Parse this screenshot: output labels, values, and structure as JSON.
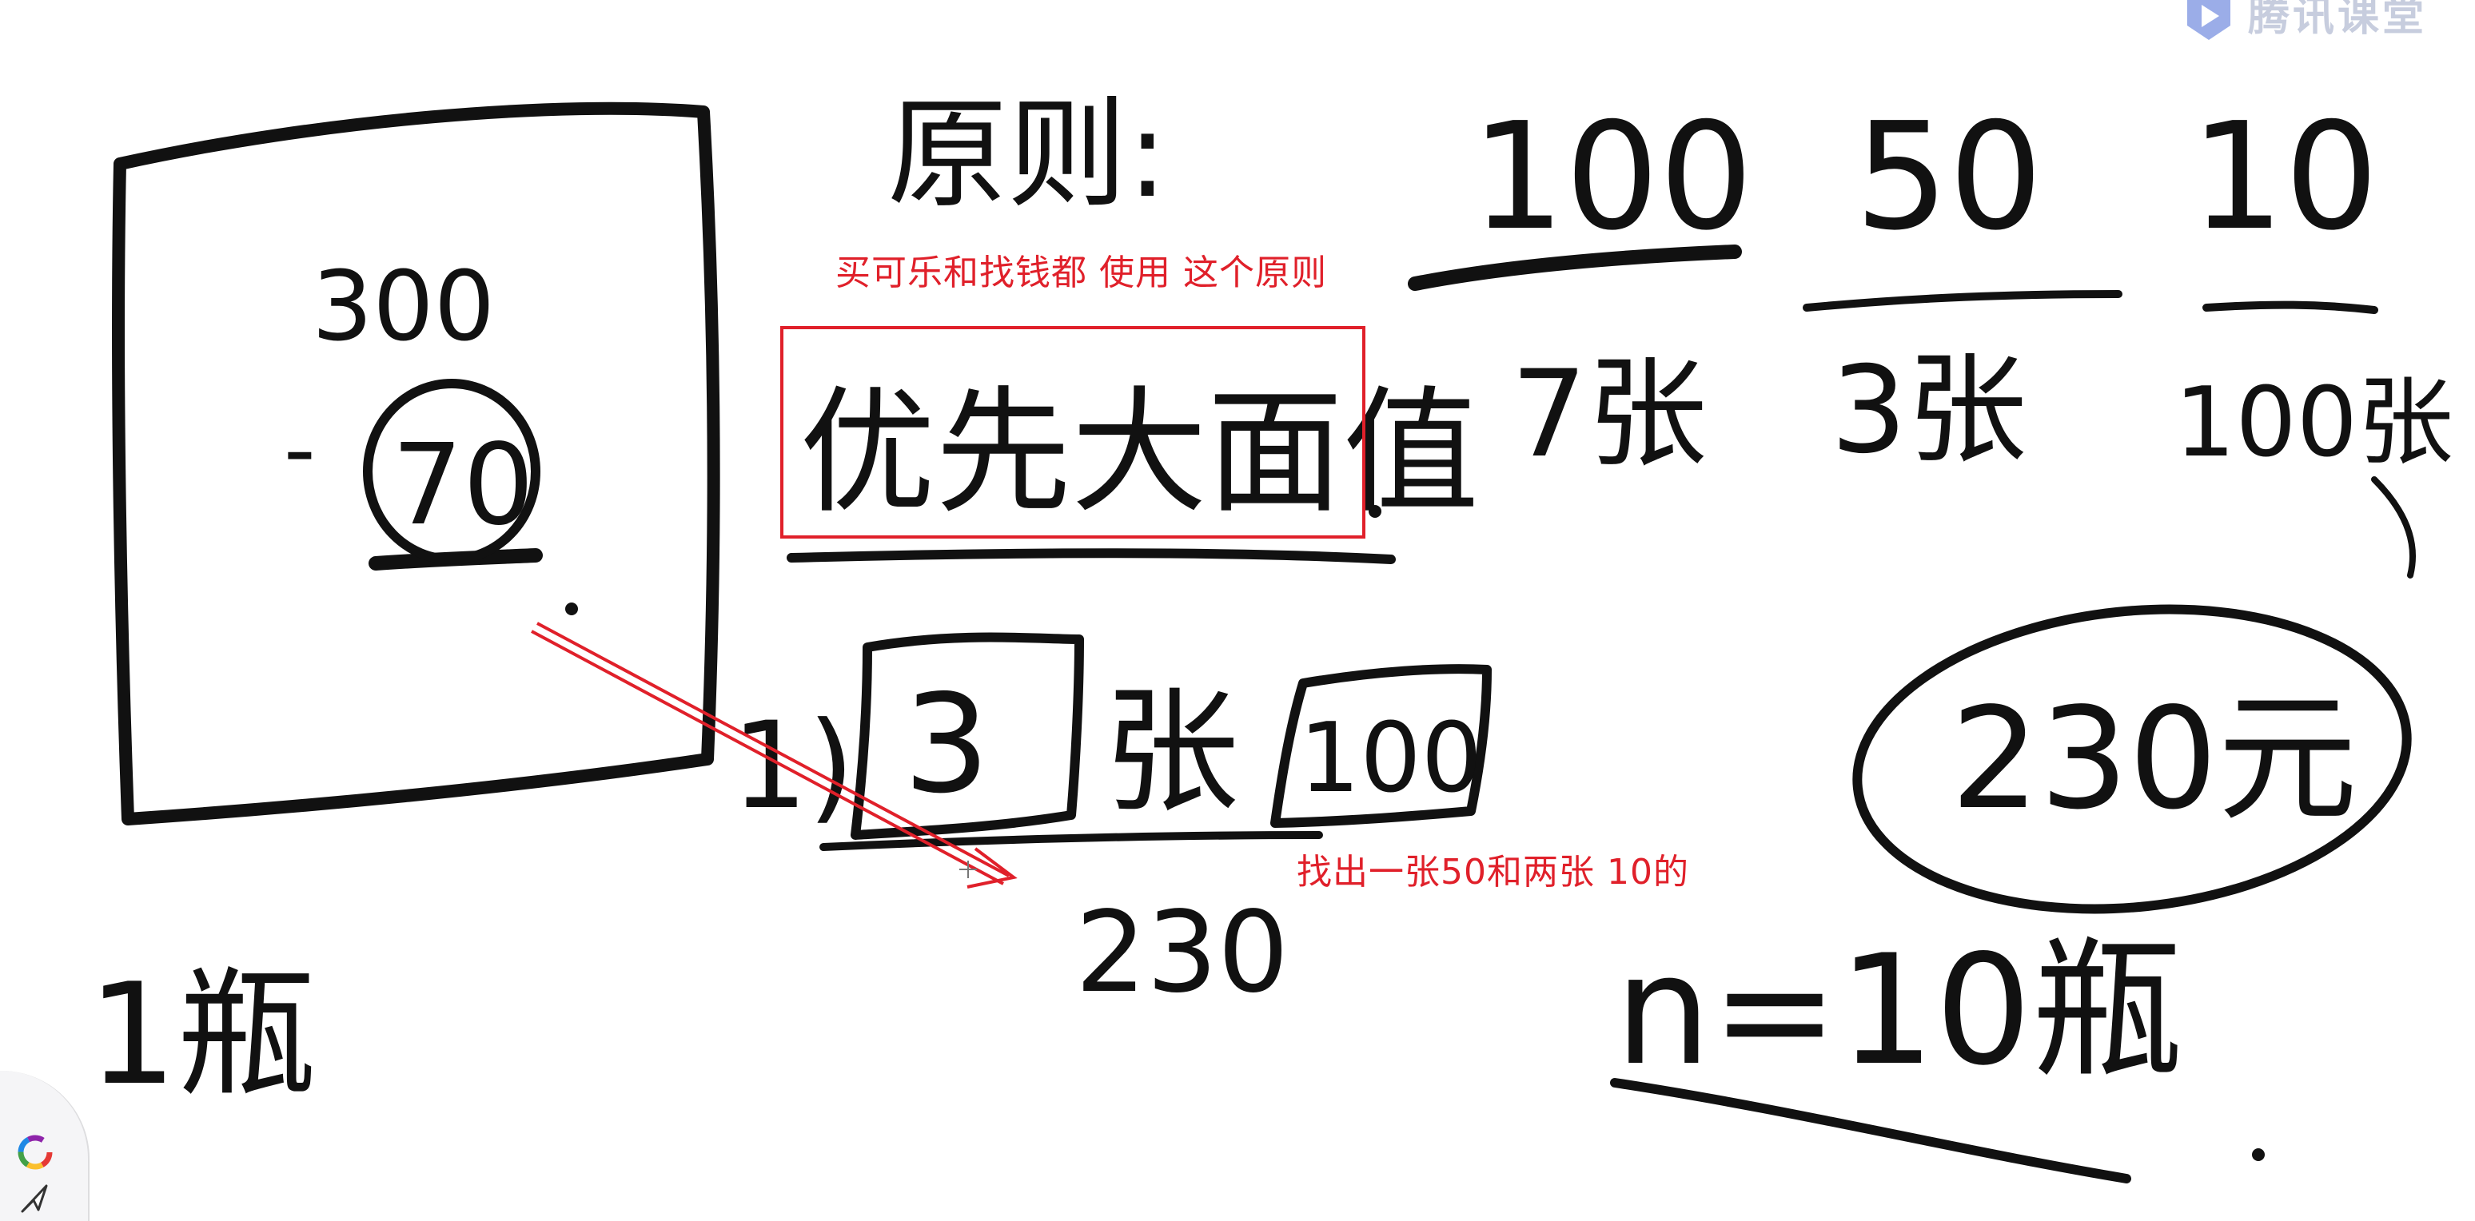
{
  "watermark": {
    "text": "腾讯课堂",
    "logo_icon": "tencent-classroom-logo-icon"
  },
  "annotations": {
    "note_principle": "买可乐和找钱都 使用 这个原则",
    "note_change": "找出一张50和两张 10的",
    "box_color": "#e0202a",
    "arrow_color": "#e0202a"
  },
  "handwriting": {
    "card_total": "300",
    "card_minus": "-",
    "card_price": "70",
    "per_bottle": "1瓶",
    "principle_label": "原则:",
    "principle_text": "优先大面值",
    "denom_100": "100",
    "denom_50": "50",
    "denom_10": "10",
    "count_100": "7张",
    "count_50": "3张",
    "count_10": "100张",
    "pay_prefix": "1)",
    "pay_count": "3",
    "pay_unit": "张",
    "pay_denom": "100",
    "change_value": "230",
    "circled_amount": "230元",
    "bottles": "n=10瓶"
  },
  "toolbar": {
    "color_tool_icon": "color-wheel-icon",
    "pointer_tool_icon": "pointer-arrow-icon"
  }
}
